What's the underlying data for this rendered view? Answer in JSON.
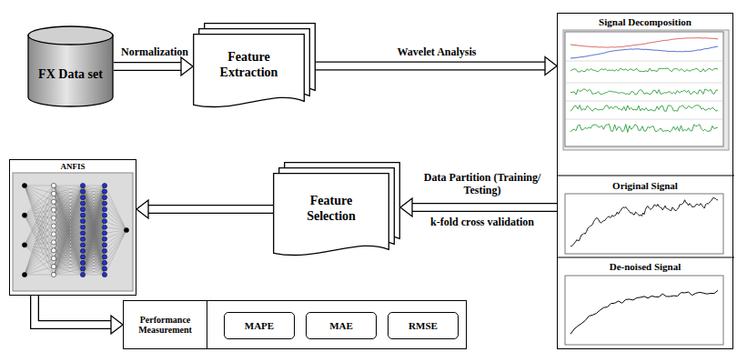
{
  "diagram": {
    "nodes": [
      {
        "text": [
          "FX Data set"
        ]
      },
      {
        "text": [
          "Feature Extraction"
        ]
      },
      {
        "text": [
          "Signal Decomposition",
          "Original Signal",
          "De-noised Signal"
        ]
      },
      {
        "text": [
          "Feature Selection"
        ]
      },
      {
        "text": [
          "ANFIS"
        ]
      },
      {
        "text": [
          "Performance Measurement"
        ]
      },
      {
        "text": [
          "MAPE"
        ],
        "in": 5
      },
      {
        "text": [
          "MAE"
        ],
        "in": 5
      },
      {
        "text": [
          "RMSE"
        ],
        "in": 5
      }
    ],
    "edges": [
      {
        "from": 0,
        "to": 1,
        "label": "Normalization",
        "arrow": "to"
      },
      {
        "from": 1,
        "to": 2,
        "label": "Wavelet Analysis",
        "arrow": "to"
      },
      {
        "from": 2,
        "to": 3,
        "label": "Data Partition (Training/ Testing)",
        "arrow": "to"
      },
      {
        "from": 3,
        "to": 4,
        "arrow": "to"
      },
      {
        "from": 4,
        "to": 5,
        "arrow": "to"
      }
    ],
    "labels": [
      "k-fold cross validation"
    ]
  }
}
